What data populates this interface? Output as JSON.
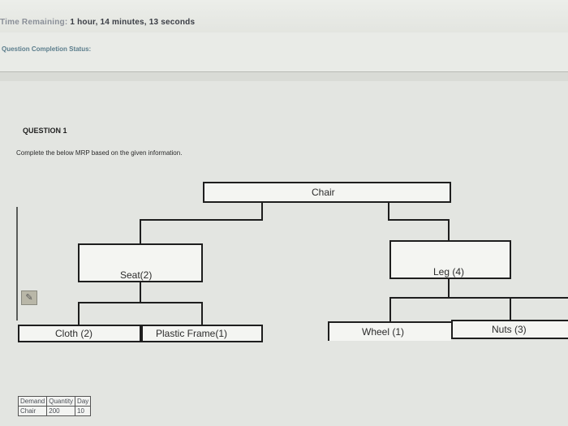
{
  "header": {
    "timer_label": "Time Remaining:",
    "timer_value": "1 hour, 14 minutes, 13 seconds",
    "completion_status_label": "Question Completion Status:"
  },
  "question": {
    "title": "QUESTION 1",
    "instruction": "Complete the below MRP based on the given information."
  },
  "tree": {
    "root": "Chair",
    "seat": "Seat(2)",
    "leg": "Leg (4)",
    "cloth": "Cloth (2)",
    "plastic_frame": "Plastic Frame(1)",
    "wheel": "Wheel (1)",
    "nuts": "Nuts (3)"
  },
  "table": {
    "headers": [
      "Demand",
      "Quantity",
      "Day"
    ],
    "rows": [
      [
        "Chair",
        "200",
        "10"
      ]
    ]
  },
  "icons": {
    "edit": "edit-icon"
  }
}
